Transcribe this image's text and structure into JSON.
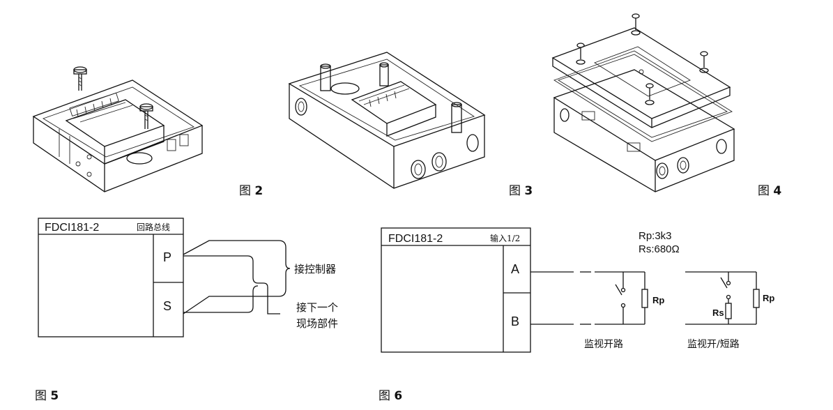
{
  "figures": {
    "fig2": {
      "prefix": "图",
      "number": "2"
    },
    "fig3": {
      "prefix": "图",
      "number": "3"
    },
    "fig4": {
      "prefix": "图",
      "number": "4"
    },
    "fig5": {
      "prefix": "图",
      "number": "5"
    },
    "fig6": {
      "prefix": "图",
      "number": "6"
    }
  },
  "fig5": {
    "device": "FDCI181-2",
    "header_note": "回路总线",
    "terminal_p": "P",
    "terminal_s": "S",
    "to_controller": "接控制器",
    "to_next_line1": "接下一个",
    "to_next_line2": "现场部件"
  },
  "fig6": {
    "device": "FDCI181-2",
    "header_note": "输入1/2",
    "terminal_a": "A",
    "terminal_b": "B",
    "rp_value": "Rp:3k3",
    "rs_value": "Rs:680Ω",
    "rp_label_1": "Rp",
    "rs_label": "Rs",
    "rp_label_2": "Rp",
    "caption_open": "监视开路",
    "caption_open_short": "监视开/短路"
  }
}
